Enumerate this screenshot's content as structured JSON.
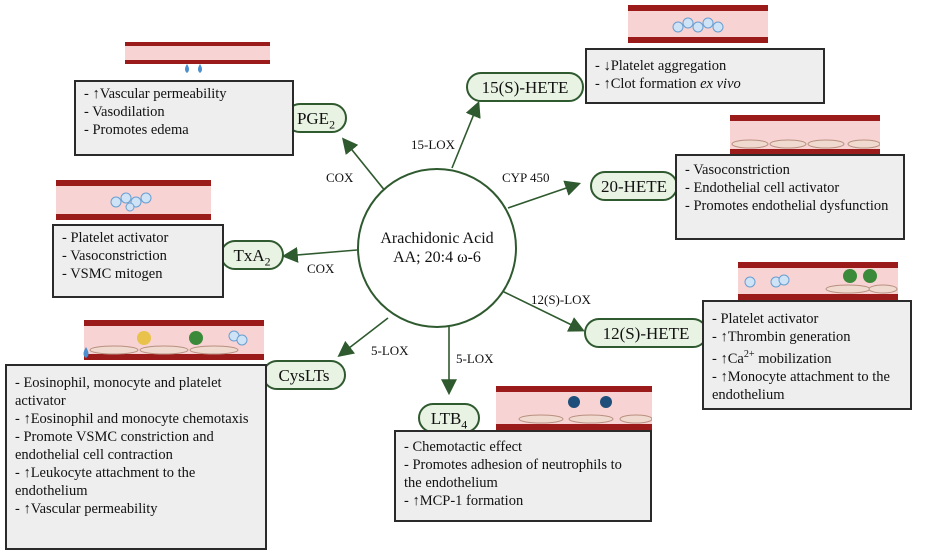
{
  "center": {
    "line1": "Arachidonic Acid",
    "line2": "AA; 20:4 ω-6"
  },
  "enzymes": {
    "cox_pge2": "COX",
    "cox_txa2": "COX",
    "lox15": "15-LOX",
    "cyp450": "CYP 450",
    "lox12": "12(S)-LOX",
    "lox5_cyslt": "5-LOX",
    "lox5_ltb4": "5-LOX"
  },
  "nodes": {
    "pge2": {
      "base": "PGE",
      "sub": "2"
    },
    "txa2": {
      "base": "TxA",
      "sub": "2"
    },
    "cyslts": {
      "label": "CysLTs"
    },
    "ltb4": {
      "base": "LTB",
      "sub": "4"
    },
    "hete15": {
      "label": "15(S)-HETE"
    },
    "hete20": {
      "label": "20-HETE"
    },
    "hete12": {
      "label": "12(S)-HETE"
    }
  },
  "effects": {
    "pge2": [
      "- ↑Vascular permeability",
      "- Vasodilation",
      "- Promotes edema"
    ],
    "txa2": [
      "- Platelet activator",
      "- Vasoconstriction",
      "- VSMC mitogen"
    ],
    "cyslts": [
      "- Eosinophil, monocyte and platelet activator",
      "- ↑Eosinophil and monocyte chemotaxis",
      "- Promote VSMC constriction and endothelial cell contraction",
      "- ↑Leukocyte attachment to the endothelium",
      "- ↑Vascular permeability"
    ],
    "ltb4": [
      "- Chemotactic effect",
      "- Promotes adhesion of neutrophils to the endothelium",
      "- ↑MCP-1 formation"
    ],
    "hete15": {
      "line1": "- ↓Platelet aggregation",
      "line2": "- ↑Clot formation ",
      "line2_italic": "ex vivo"
    },
    "hete20": [
      "- Vasoconstriction",
      "- Endothelial cell activator",
      "- Promotes endothelial dysfunction"
    ],
    "hete12": {
      "line1": "- Platelet activator",
      "line2": "- ↑Thrombin generation",
      "line3_pre": "- ↑Ca",
      "line3_sup": "2+",
      "line3_post": " mobilization",
      "line4": "- ↑Monocyte attachment to the endothelium"
    }
  },
  "colors": {
    "arrow": "#2f5a2f",
    "pill_fill": "#e9f3e3",
    "box_fill": "#eeeeee",
    "vessel_wall": "#9b1b1b",
    "vessel_lumen": "#f7d3d3"
  }
}
